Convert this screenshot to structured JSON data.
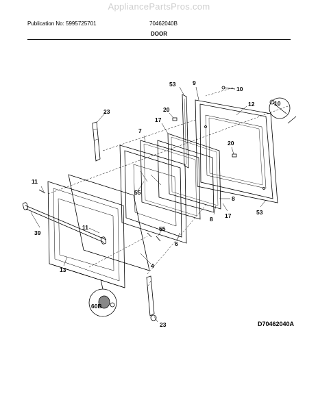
{
  "watermark": "AppliancePartsPros.com",
  "header": {
    "publication": "Publication No: 5995725701",
    "model_code": "70462040B"
  },
  "title": "DOOR",
  "diagram_code": "D70462040A",
  "callouts": {
    "c53a": "53",
    "c9": "9",
    "c10a": "10",
    "c12": "12",
    "c10b": "10",
    "c20a": "20",
    "c17a": "17",
    "c23a": "23",
    "c7": "7",
    "c20b": "20",
    "c11a": "11",
    "c55a": "55",
    "c8a": "8",
    "c39": "39",
    "c11b": "11",
    "c8b": "8",
    "c17b": "17",
    "c53b": "53",
    "c55b": "55",
    "c6": "6",
    "c13": "13",
    "c4": "4",
    "c60b": "60B",
    "c23b": "23"
  }
}
